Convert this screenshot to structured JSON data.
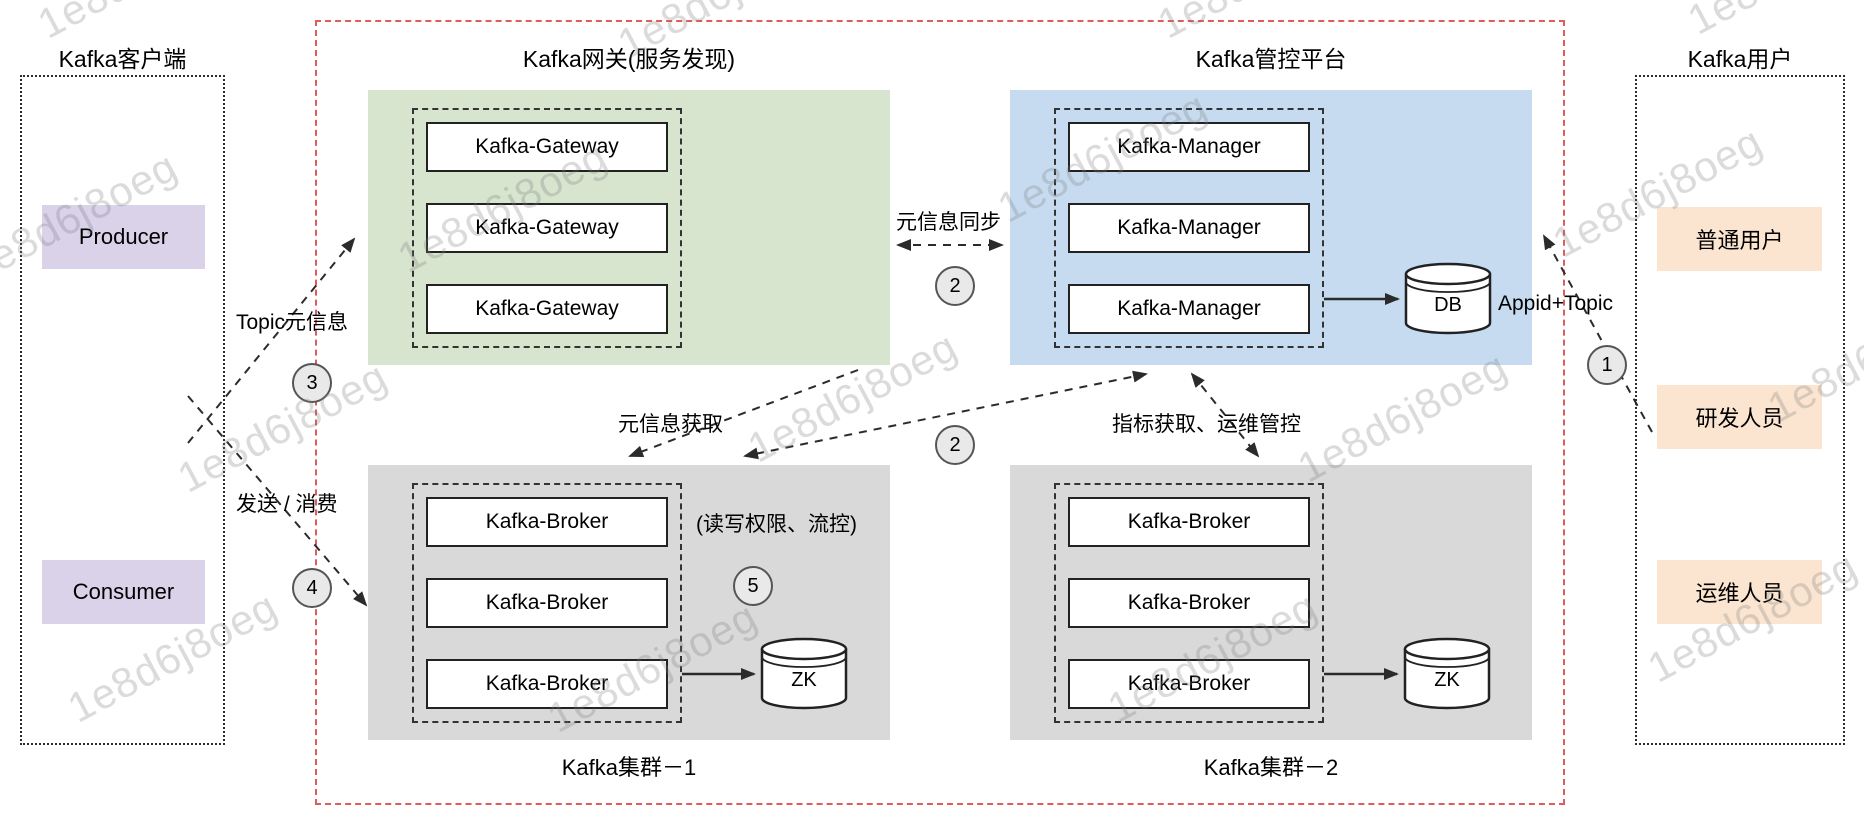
{
  "watermark": "1e8d6j8oeg",
  "client_panel": {
    "title": "Kafka客户端",
    "producer": "Producer",
    "consumer": "Consumer"
  },
  "gateway_panel": {
    "title": "Kafka网关(服务发现)",
    "nodes": [
      "Kafka-Gateway",
      "Kafka-Gateway",
      "Kafka-Gateway"
    ]
  },
  "manager_panel": {
    "title": "Kafka管控平台",
    "nodes": [
      "Kafka-Manager",
      "Kafka-Manager",
      "Kafka-Manager"
    ],
    "db": "DB"
  },
  "cluster1_panel": {
    "title": "Kafka集群－1",
    "nodes": [
      "Kafka-Broker",
      "Kafka-Broker",
      "Kafka-Broker"
    ],
    "zk": "ZK",
    "note": "(读写权限、流控)"
  },
  "cluster2_panel": {
    "title": "Kafka集群－2",
    "nodes": [
      "Kafka-Broker",
      "Kafka-Broker",
      "Kafka-Broker"
    ],
    "zk": "ZK"
  },
  "users_panel": {
    "title": "Kafka用户",
    "items": [
      "普通用户",
      "研发人员",
      "运维人员"
    ]
  },
  "labels": {
    "topic_meta": "Topic元信息",
    "send_consume": "发送 / 消费",
    "meta_sync": "元信息同步",
    "meta_fetch": "元信息获取",
    "metrics_ops": "指标获取、运维管控",
    "appid_topic": "Appid+Topic"
  },
  "badges": {
    "step1": "1",
    "step2_sync": "2",
    "step2_metrics": "2",
    "step3": "3",
    "step4": "4",
    "step5": "5"
  },
  "colors": {
    "gateway_bg": "#d7e4ce",
    "manager_bg": "#c6dbf0",
    "cluster_bg": "#d9d9d9",
    "client_item_bg": "#d9d2e9",
    "user_item_bg": "#fbe5d0",
    "frame_border": "#e05c5c"
  }
}
